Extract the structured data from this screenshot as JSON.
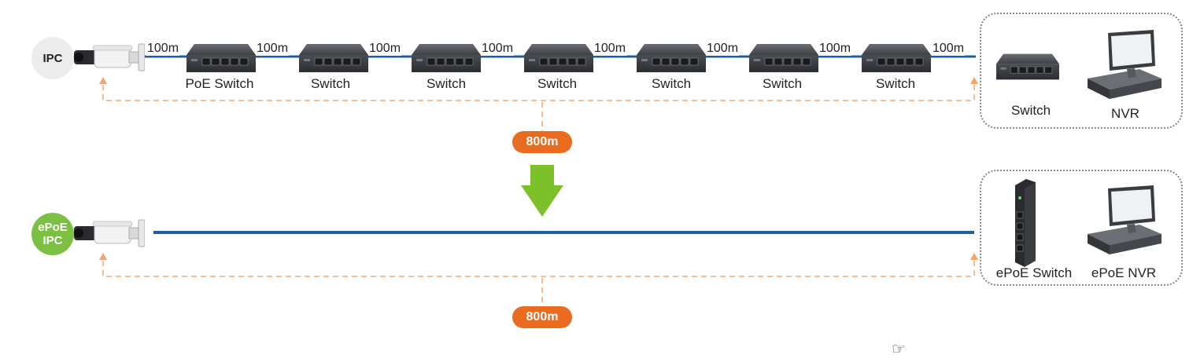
{
  "top": {
    "badge": "IPC",
    "distances": [
      "100m",
      "100m",
      "100m",
      "100m",
      "100m",
      "100m",
      "100m",
      "100m"
    ],
    "switch_labels": [
      "PoE Switch",
      "Switch",
      "Switch",
      "Switch",
      "Switch",
      "Switch",
      "Switch"
    ],
    "end_box": {
      "left_label": "Switch",
      "right_label": "NVR"
    },
    "total_distance": "800m"
  },
  "bottom": {
    "badge_line1": "ePoE",
    "badge_line2": "IPC",
    "end_box": {
      "left_label": "ePoE Switch",
      "right_label": "ePoE NVR"
    },
    "total_distance": "800m"
  },
  "colors": {
    "cable": "#1f5fa0",
    "dashed": "#f0a56e",
    "pill": "#e96b1f",
    "arrow": "#7cc02a",
    "epoe_badge": "#7cc043"
  },
  "icons": [
    "camera-icon",
    "switch-icon",
    "nvr-icon",
    "industrial-switch-icon",
    "down-arrow-icon",
    "hand-cursor-icon"
  ]
}
